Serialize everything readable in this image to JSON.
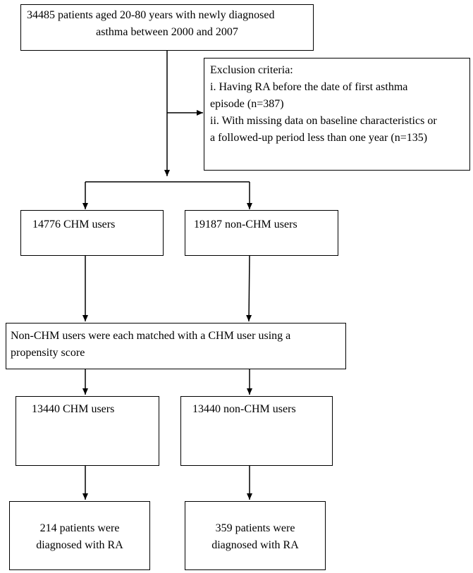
{
  "start": {
    "lines": [
      "34485 patients aged 20-80 years with newly diagnosed",
      "asthma between 2000 and 2007"
    ]
  },
  "exclusion": {
    "lines": [
      "Exclusion criteria:",
      "i. Having RA before the date of first asthma",
      "episode (n=387)",
      "ii. With missing data on baseline characteristics or",
      "a followed-up period less than one year (n=135)"
    ]
  },
  "groups": {
    "chm": "14776 CHM users",
    "non_chm": "19187 non-CHM users"
  },
  "matching": {
    "lines": [
      "Non-CHM users were each matched with a CHM user using a",
      "propensity score"
    ]
  },
  "matched": {
    "chm": "13440 CHM users",
    "non_chm": "13440 non-CHM users"
  },
  "outcomes": {
    "chm": [
      "214 patients were",
      "diagnosed with RA"
    ],
    "non_chm": [
      "359 patients were",
      "diagnosed with RA"
    ]
  }
}
